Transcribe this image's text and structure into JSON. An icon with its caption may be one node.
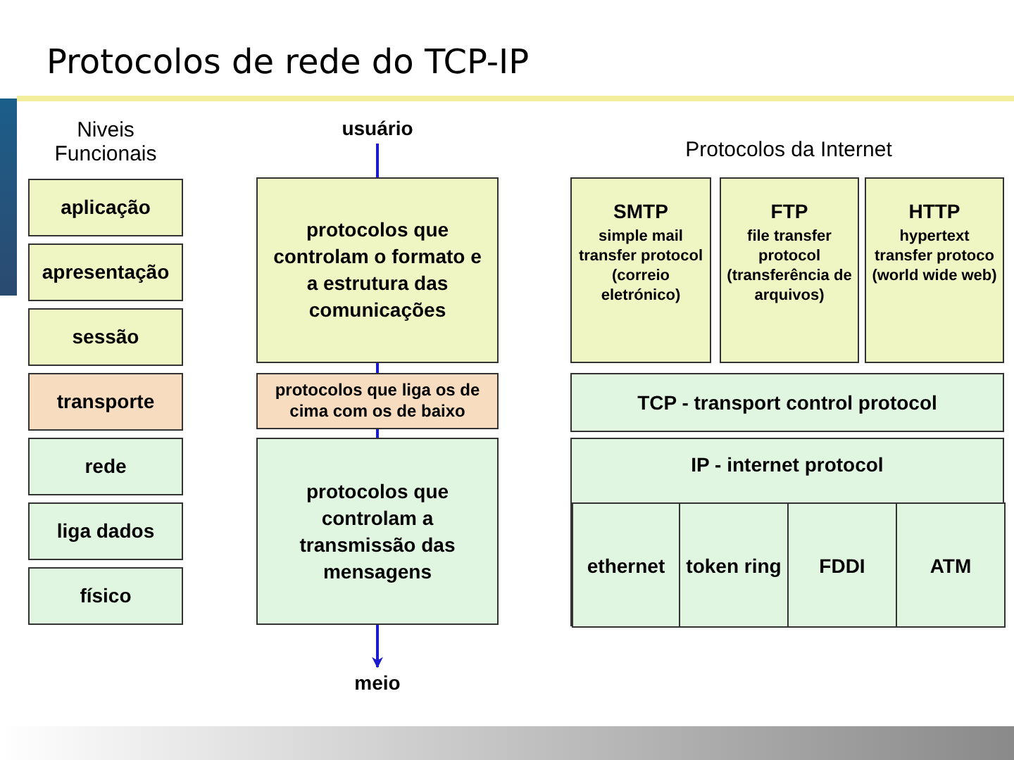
{
  "diagram": {
    "title": "Protocolos de rede do TCP-IP",
    "nodes": [
      {
        "text": [
          "aplicação"
        ]
      },
      {
        "text": [
          "apresentação"
        ]
      },
      {
        "text": [
          "sessão"
        ]
      },
      {
        "text": [
          "transporte"
        ]
      },
      {
        "text": [
          "rede"
        ]
      },
      {
        "text": [
          "liga dados"
        ]
      },
      {
        "text": [
          "físico"
        ]
      },
      {
        "text": [
          "usuário"
        ]
      },
      {
        "text": [
          "protocolos que controlam o formato e a estrutura das comunicações"
        ]
      },
      {
        "text": [
          "protocolos que liga os de cima com os de baixo"
        ]
      },
      {
        "text": [
          "protocolos que controlam a transmissão das mensagens"
        ]
      },
      {
        "text": [
          "meio"
        ]
      },
      {
        "text": [
          "SMTP",
          "simple mail transfer protocol (correio eletrónico)"
        ]
      },
      {
        "text": [
          "FTP",
          "file transfer protocol (transferência de arquivos)"
        ]
      },
      {
        "text": [
          "HTTP",
          "hypertext transfer protoco (world wide web)"
        ]
      },
      {
        "text": [
          "TCP - transport control protocol"
        ]
      },
      {
        "text": [
          "IP - internet protocol"
        ]
      },
      {
        "text": [
          "ethernet"
        ],
        "in": 16
      },
      {
        "text": [
          "token ring"
        ],
        "in": 16
      },
      {
        "text": [
          "FDDI"
        ],
        "in": 16
      },
      {
        "text": [
          "ATM"
        ],
        "in": 16
      }
    ],
    "edges": [
      {
        "from": 7,
        "to": 8,
        "arrow": "none"
      },
      {
        "from": 8,
        "to": 9,
        "arrow": "none"
      },
      {
        "from": 9,
        "to": 10,
        "arrow": "none"
      },
      {
        "from": 10,
        "to": 11,
        "arrow": "to"
      }
    ],
    "labels": [
      "Niveis Funcionais",
      "Protocolos da Internet"
    ]
  }
}
